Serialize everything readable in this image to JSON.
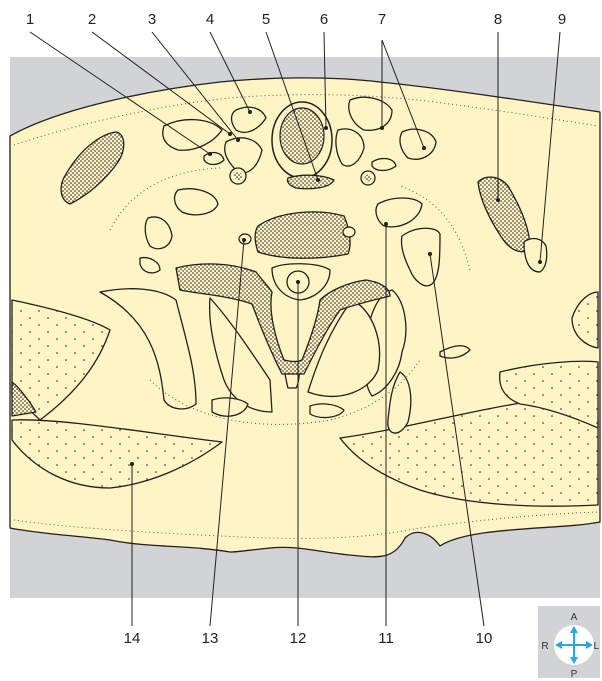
{
  "labels": {
    "l1": "1",
    "l2": "2",
    "l3": "3",
    "l4": "4",
    "l5": "5",
    "l6": "6",
    "l7": "7",
    "l8": "8",
    "l9": "9",
    "l10": "10",
    "l11": "11",
    "l12": "12",
    "l13": "13",
    "l14": "14"
  },
  "orientation": {
    "anterior": "A",
    "posterior": "P",
    "right": "R",
    "left": "L"
  },
  "colors": {
    "tissue": "#fff4c4",
    "background": "#d1d3d4",
    "stipple": "#231f20",
    "arrow": "#2aa7de"
  }
}
